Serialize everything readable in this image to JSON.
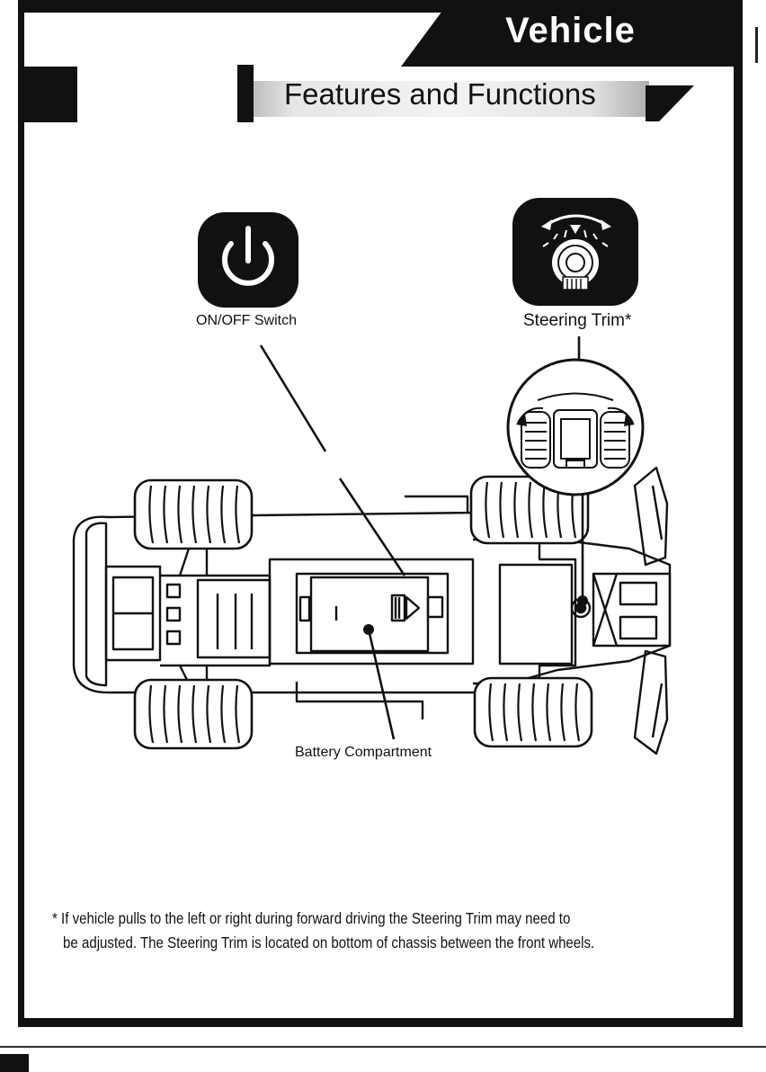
{
  "header": {
    "title": "Vehicle"
  },
  "section": {
    "title": "Features and Functions"
  },
  "callouts": {
    "power": "ON/OFF Switch",
    "trim": "Steering Trim*",
    "battery": "Battery Compartment"
  },
  "icons": {
    "power": "power-icon",
    "trim": "steering-trim-dial-icon"
  },
  "footnote": {
    "line1": "* If vehicle pulls to the left or right during forward driving the Steering Trim may need to",
    "line2": "be adjusted. The Steering Trim is located on bottom of chassis between the front wheels."
  }
}
